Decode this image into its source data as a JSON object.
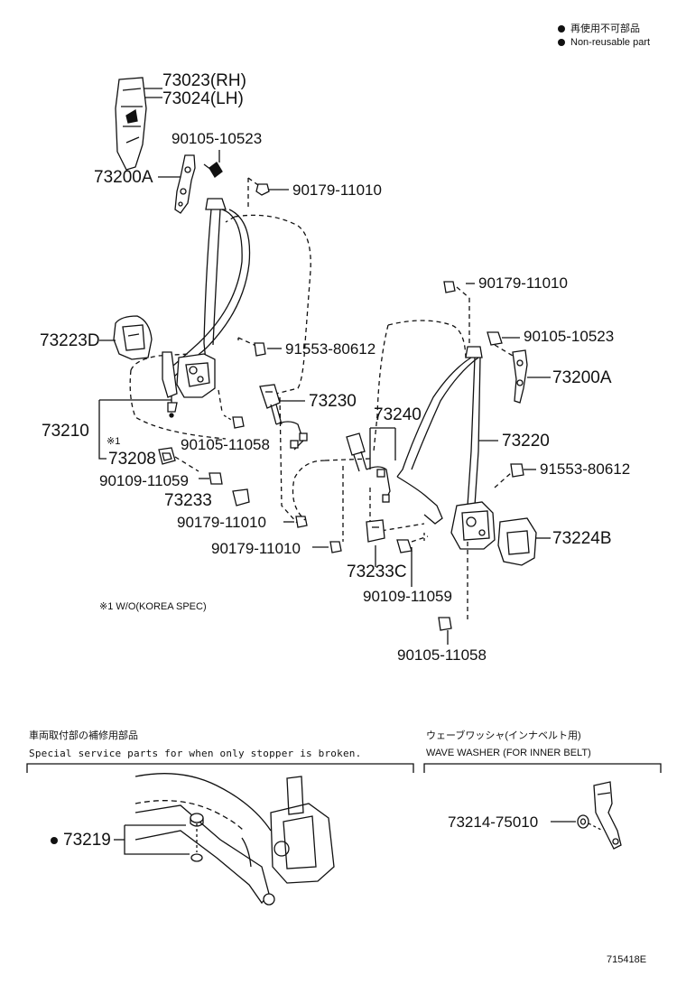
{
  "legend": {
    "jp": "再使用不可部品",
    "en": "Non-reusable part"
  },
  "parts": {
    "p73023": "73023(RH)",
    "p73024": "73024(LH)",
    "p90105_10523_a": "90105-10523",
    "p73200A_a": "73200A",
    "p90179_11010_a": "90179-11010",
    "p90179_11010_b": "90179-11010",
    "p90105_10523_b": "90105-10523",
    "p73223D": "73223D",
    "p91553_80612_a": "91553-80612",
    "p73200A_b": "73200A",
    "p73230": "73230",
    "p73210": "73210",
    "p73240": "73240",
    "p73220": "73220",
    "note_ref": "※1",
    "p73208": "73208",
    "p90105_11058_a": "90105-11058",
    "p91553_80612_b": "91553-80612",
    "p90109_11059_a": "90109-11059",
    "p73233": "73233",
    "p90179_11010_c": "90179-11010",
    "p73224B": "73224B",
    "p90179_11010_d": "90179-11010",
    "p73233C": "73233C",
    "p90109_11059_b": "90109-11059",
    "p90105_11058_b": "90105-11058"
  },
  "footnote": "※1  W/O(KOREA SPEC)",
  "service": {
    "jp": "車両取付部の補修用部品",
    "en": "Special service parts for when only stopper is broken.",
    "part": "73219"
  },
  "washer": {
    "jp": "ウェーブワッシャ(インナベルト用)",
    "en": "WAVE WASHER (FOR INNER BELT)",
    "part": "73214-75010"
  },
  "diagram_id": "715418E"
}
